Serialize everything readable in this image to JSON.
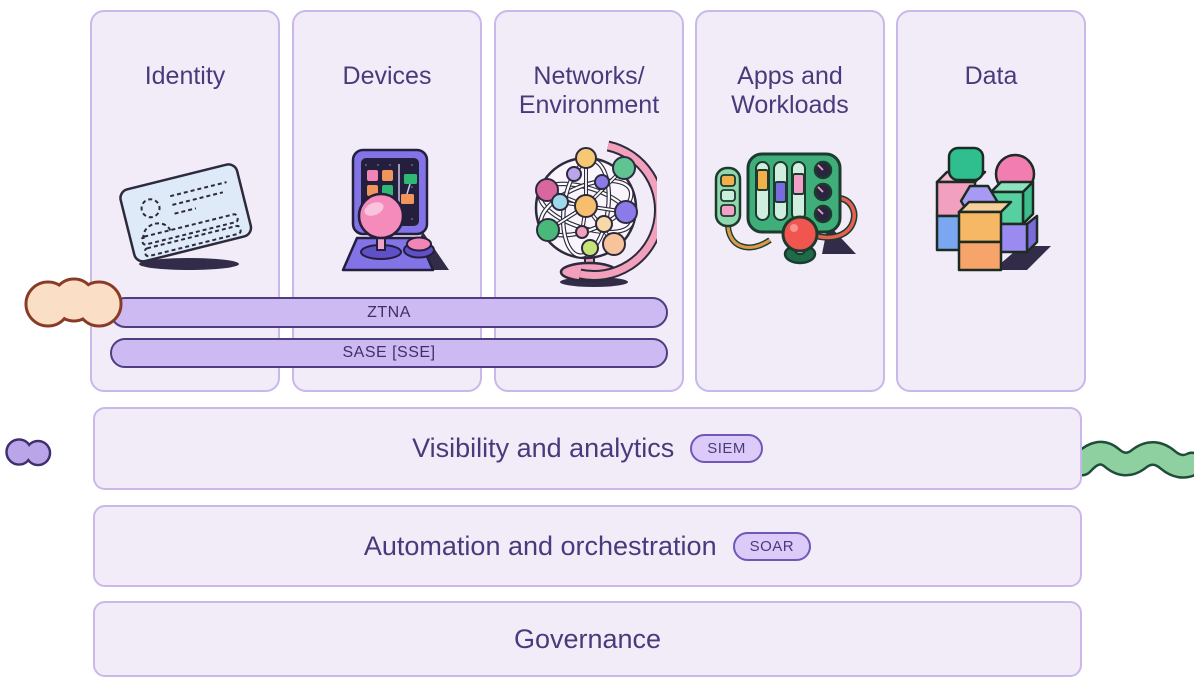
{
  "diagram": {
    "type": "security-pillars-diagram",
    "background": "#ffffff"
  },
  "pillars": [
    {
      "label_lines": [
        "Identity"
      ],
      "illustration": "id-card"
    },
    {
      "label_lines": [
        "Devices"
      ],
      "illustration": "game-console"
    },
    {
      "label_lines": [
        "Networks/",
        "Environment"
      ],
      "illustration": "network-globe"
    },
    {
      "label_lines": [
        "Apps and",
        "Workloads"
      ],
      "illustration": "control-panel"
    },
    {
      "label_lines": [
        "Data"
      ],
      "illustration": "building-blocks"
    }
  ],
  "capability_pills": [
    {
      "label": "ZTNA"
    },
    {
      "label": "SASE [SSE]"
    }
  ],
  "layers": [
    {
      "title": "Visibility and analytics",
      "badge": "SIEM"
    },
    {
      "title": "Automation and orchestration",
      "badge": "SOAR"
    },
    {
      "title": "Governance"
    }
  ],
  "decorations": [
    {
      "name": "peach-cloud-blob",
      "color": "#FADFC6",
      "outline": "#8A3B25"
    },
    {
      "name": "purple-peanut-blob",
      "color": "#B9A5E8",
      "outline": "#3F2F6E"
    },
    {
      "name": "green-squiggle",
      "color": "#8FD0A0",
      "outline": "#1E4D38"
    }
  ],
  "colors": {
    "card_fill": "#F2ECF9",
    "card_border": "#C9B8E9",
    "pill_fill": "#CEBAF2",
    "pill_border": "#4E3D80",
    "badge_fill": "#DCCBF8",
    "badge_border": "#6F58B8",
    "heading_text": "#4A3A7B"
  }
}
